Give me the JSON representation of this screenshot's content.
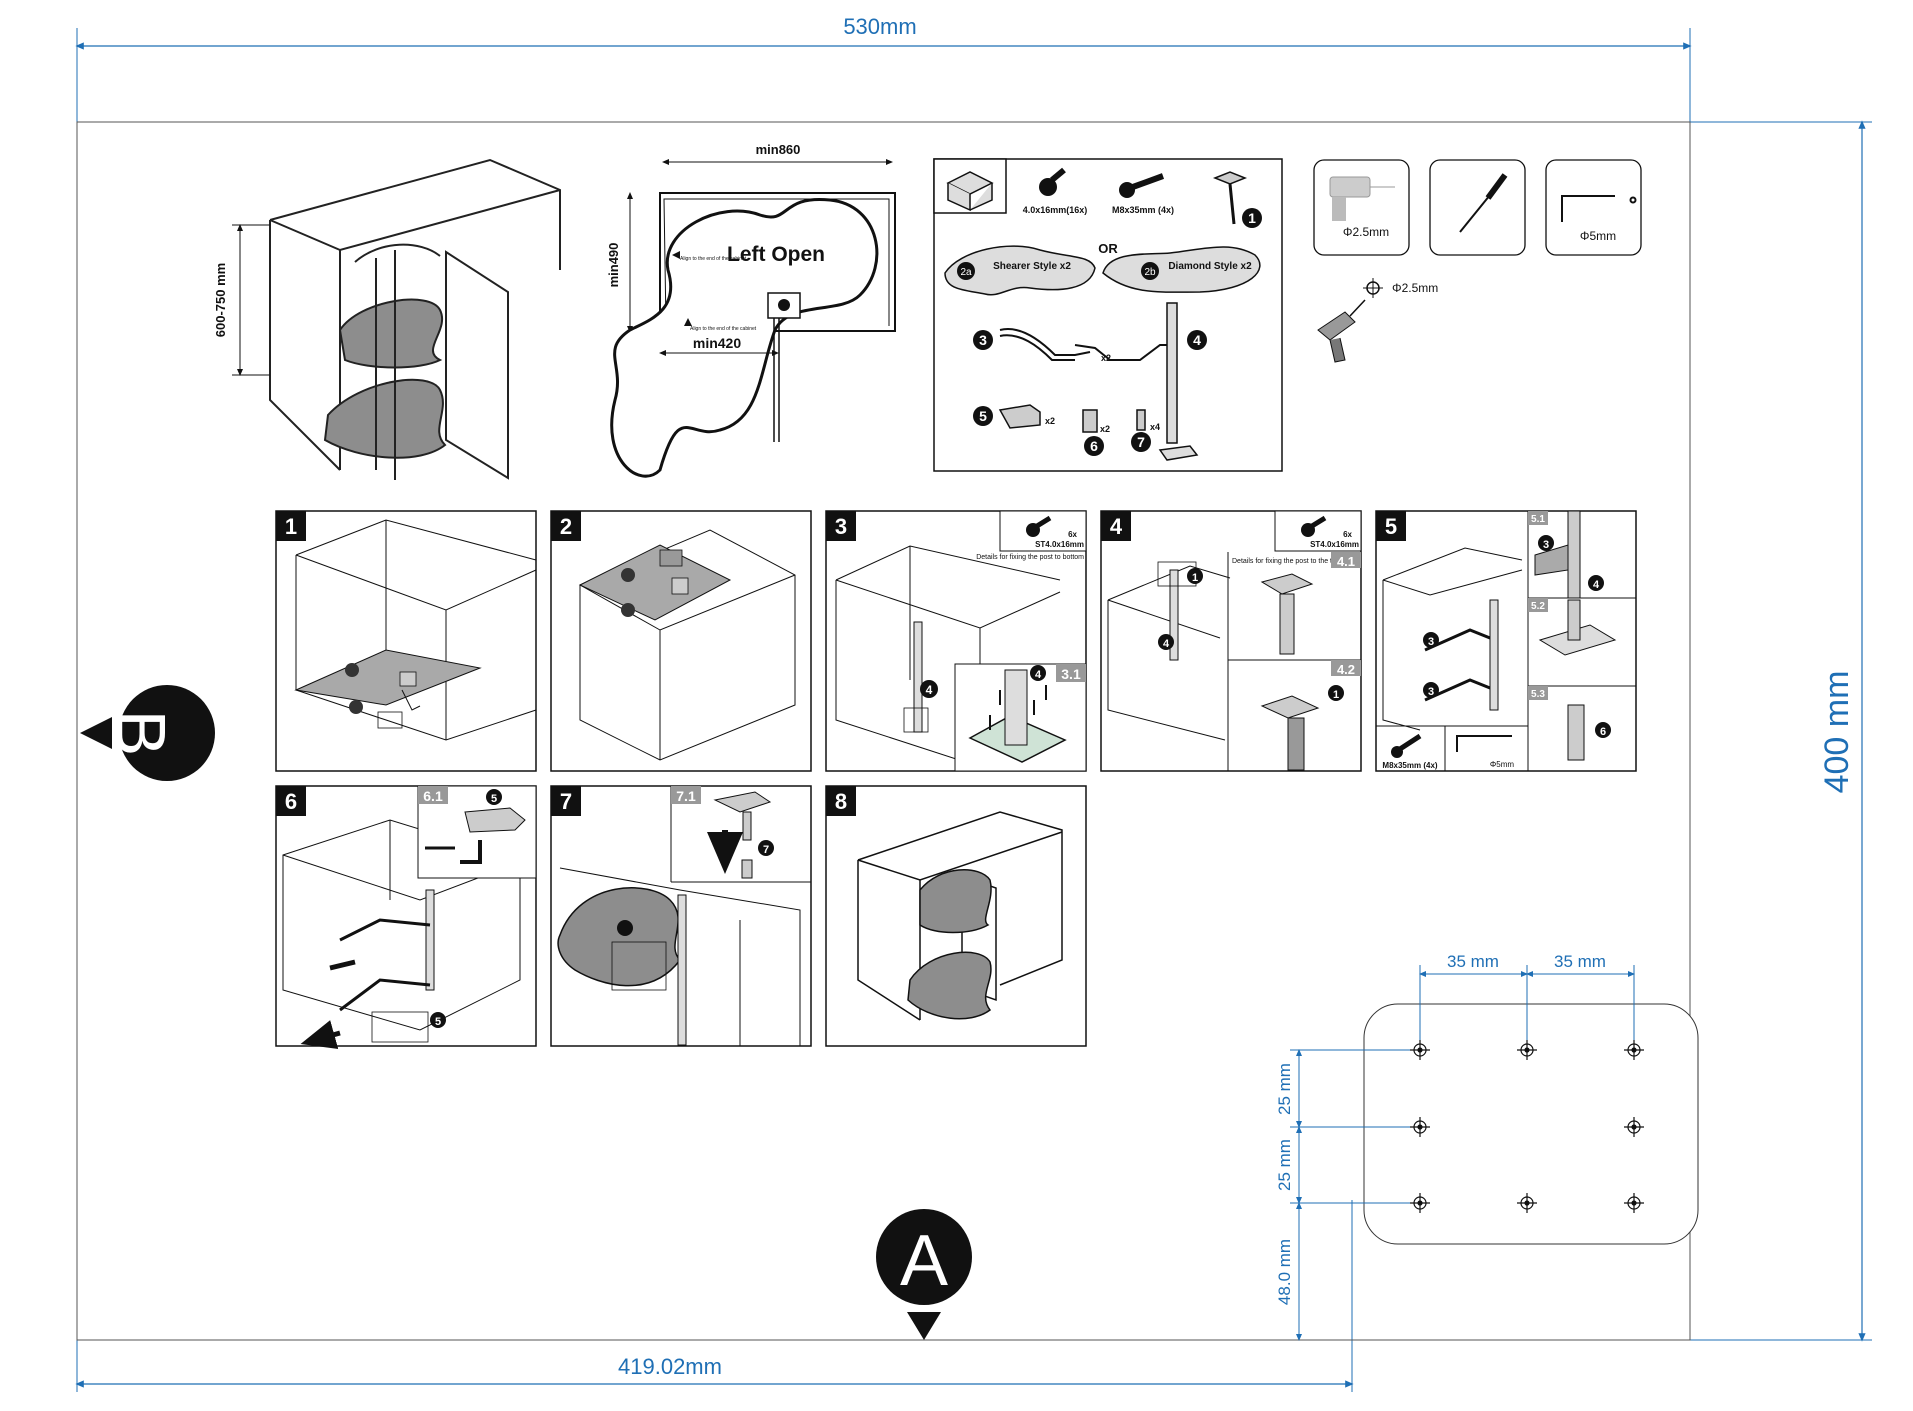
{
  "dimensions": {
    "top_width": "530mm",
    "right_height": "400 mm",
    "bottom_width": "419.02mm",
    "hole_spacing_a": "35 mm",
    "hole_spacing_b": "35 mm",
    "hole_row_1": "25 mm",
    "hole_row_2": "25 mm",
    "hole_bottom_offset": "48.0 mm"
  },
  "markers": {
    "a": "A",
    "b": "B"
  },
  "cabinet": {
    "height_range": "600-750 mm"
  },
  "plan_view": {
    "min_width": "min860",
    "min_depth": "min490",
    "min_opening": "min420",
    "direction": "Left Open",
    "align_note_1": "Align to the end of the cabinet",
    "align_note_2": "Align to the end of the cabinet"
  },
  "parts": {
    "screw_small": "4.0x16mm(16x)",
    "screw_large": "M8x35mm (4x)",
    "shearer": "Shearer Style  x2",
    "diamond": "Diamond Style  x2",
    "or": "OR",
    "num_1": "1",
    "label_2a": "2a",
    "label_2b": "2b",
    "num_3": "3",
    "num_4": "4",
    "num_5": "5",
    "num_6": "6",
    "num_7": "7",
    "qty_x2a": "x2",
    "qty_x2b": "x2",
    "qty_x2c": "x2",
    "qty_x4": "x4"
  },
  "tools": {
    "drill_size": "Φ2.5mm",
    "hex_size": "Φ5mm",
    "drill_pilot": "Φ2.5mm"
  },
  "steps": [
    {
      "num": "1"
    },
    {
      "num": "2"
    },
    {
      "num": "3",
      "qty": "6x",
      "spec": "ST4.0x16mm",
      "note": "Details for fixing the post to bottom",
      "sub": "3.1"
    },
    {
      "num": "4",
      "qty": "6x",
      "spec": "ST4.0x16mm",
      "note": "Details for fixing the post to the top",
      "sub": "4.1",
      "sub2": "4.2"
    },
    {
      "num": "5",
      "sub": "5.1",
      "sub2": "5.2",
      "sub3": "5.3",
      "spec": "M8x35mm (4x)",
      "hex": "Φ5mm"
    },
    {
      "num": "6",
      "sub": "6.1"
    },
    {
      "num": "7",
      "sub": "7.1"
    },
    {
      "num": "8"
    }
  ],
  "colors": {
    "dimension": "#1f6fb5",
    "panel_fill": "#a9a9a9",
    "ink": "#111111"
  }
}
